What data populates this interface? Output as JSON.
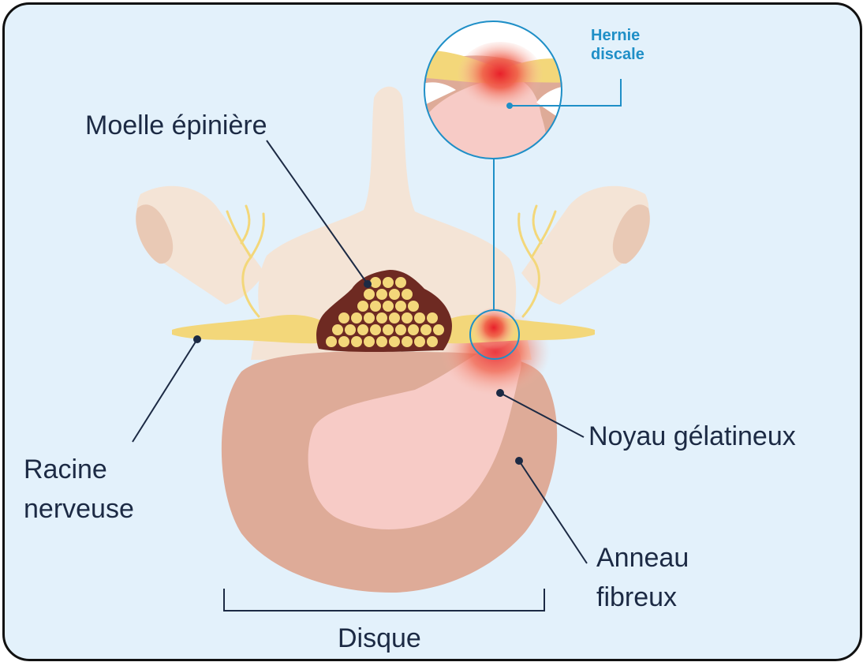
{
  "labels": {
    "spinal_cord": "Moelle épinière",
    "nerve_root_line1": "Racine",
    "nerve_root_line2": "nerveuse",
    "nucleus": "Noyau gélatineux",
    "annulus_line1": "Anneau",
    "annulus_line2": "fibreux",
    "disc": "Disque",
    "hernia_line1": "Hernie",
    "hernia_line2": "discale"
  },
  "colors": {
    "background": "#e3f1fb",
    "text": "#1c2a44",
    "accent": "#1f8fc7",
    "bone": "#f4e4d6",
    "nerve": "#f3d77a",
    "cord": "#6e2a22",
    "annulus": "#deab98",
    "nucleus": "#f7cbc6",
    "hernia": "#e8202a"
  }
}
